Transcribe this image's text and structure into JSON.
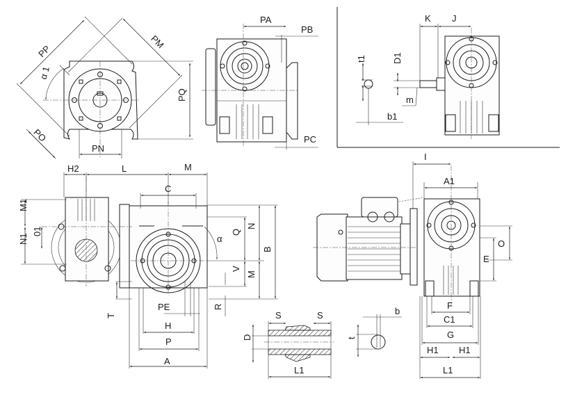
{
  "diagram": {
    "subject": "worm gear reducer dimensional drawing",
    "colors": {
      "ink": "#1a1a1a",
      "background": "#ffffff"
    },
    "views": {
      "flange_view": {
        "labels": {
          "PP": "PP",
          "PM": "PM",
          "alpha1": "α 1",
          "PQ": "PQ",
          "PO": "PO",
          "PN": "PN"
        }
      },
      "side_flange_view": {
        "labels": {
          "PA": "PA",
          "PB": "PB",
          "PC": "PC"
        }
      },
      "input_shaft_view": {
        "labels": {
          "K": "K",
          "J": "J",
          "t1": "t1",
          "D1": "D1",
          "m": "m",
          "b1": "b1"
        }
      },
      "front_view": {
        "labels": {
          "H2": "H2",
          "L": "L",
          "M_top": "M",
          "C": "C",
          "M1": "M1",
          "O1": "01",
          "N1": "N1",
          "N": "N",
          "Q": "Q",
          "alpha": "α",
          "B": "B",
          "V": "V",
          "M_side": "M",
          "R": "R",
          "T": "T",
          "PE": "PE",
          "H": "H",
          "P": "P",
          "A": "A"
        }
      },
      "hollow_shaft_section": {
        "labels": {
          "S_left": "S",
          "S_right": "S",
          "D": "D",
          "L1": "L1"
        }
      },
      "keyway_detail": {
        "labels": {
          "b": "b",
          "t": "t"
        }
      },
      "motor_assembly_view": {
        "labels": {
          "I": "I",
          "A1": "A1",
          "O": "O",
          "E": "E",
          "F": "F",
          "C1": "C1",
          "G": "G",
          "H1_left": "H1",
          "H1_right": "H1",
          "L1": "L1"
        }
      }
    }
  }
}
